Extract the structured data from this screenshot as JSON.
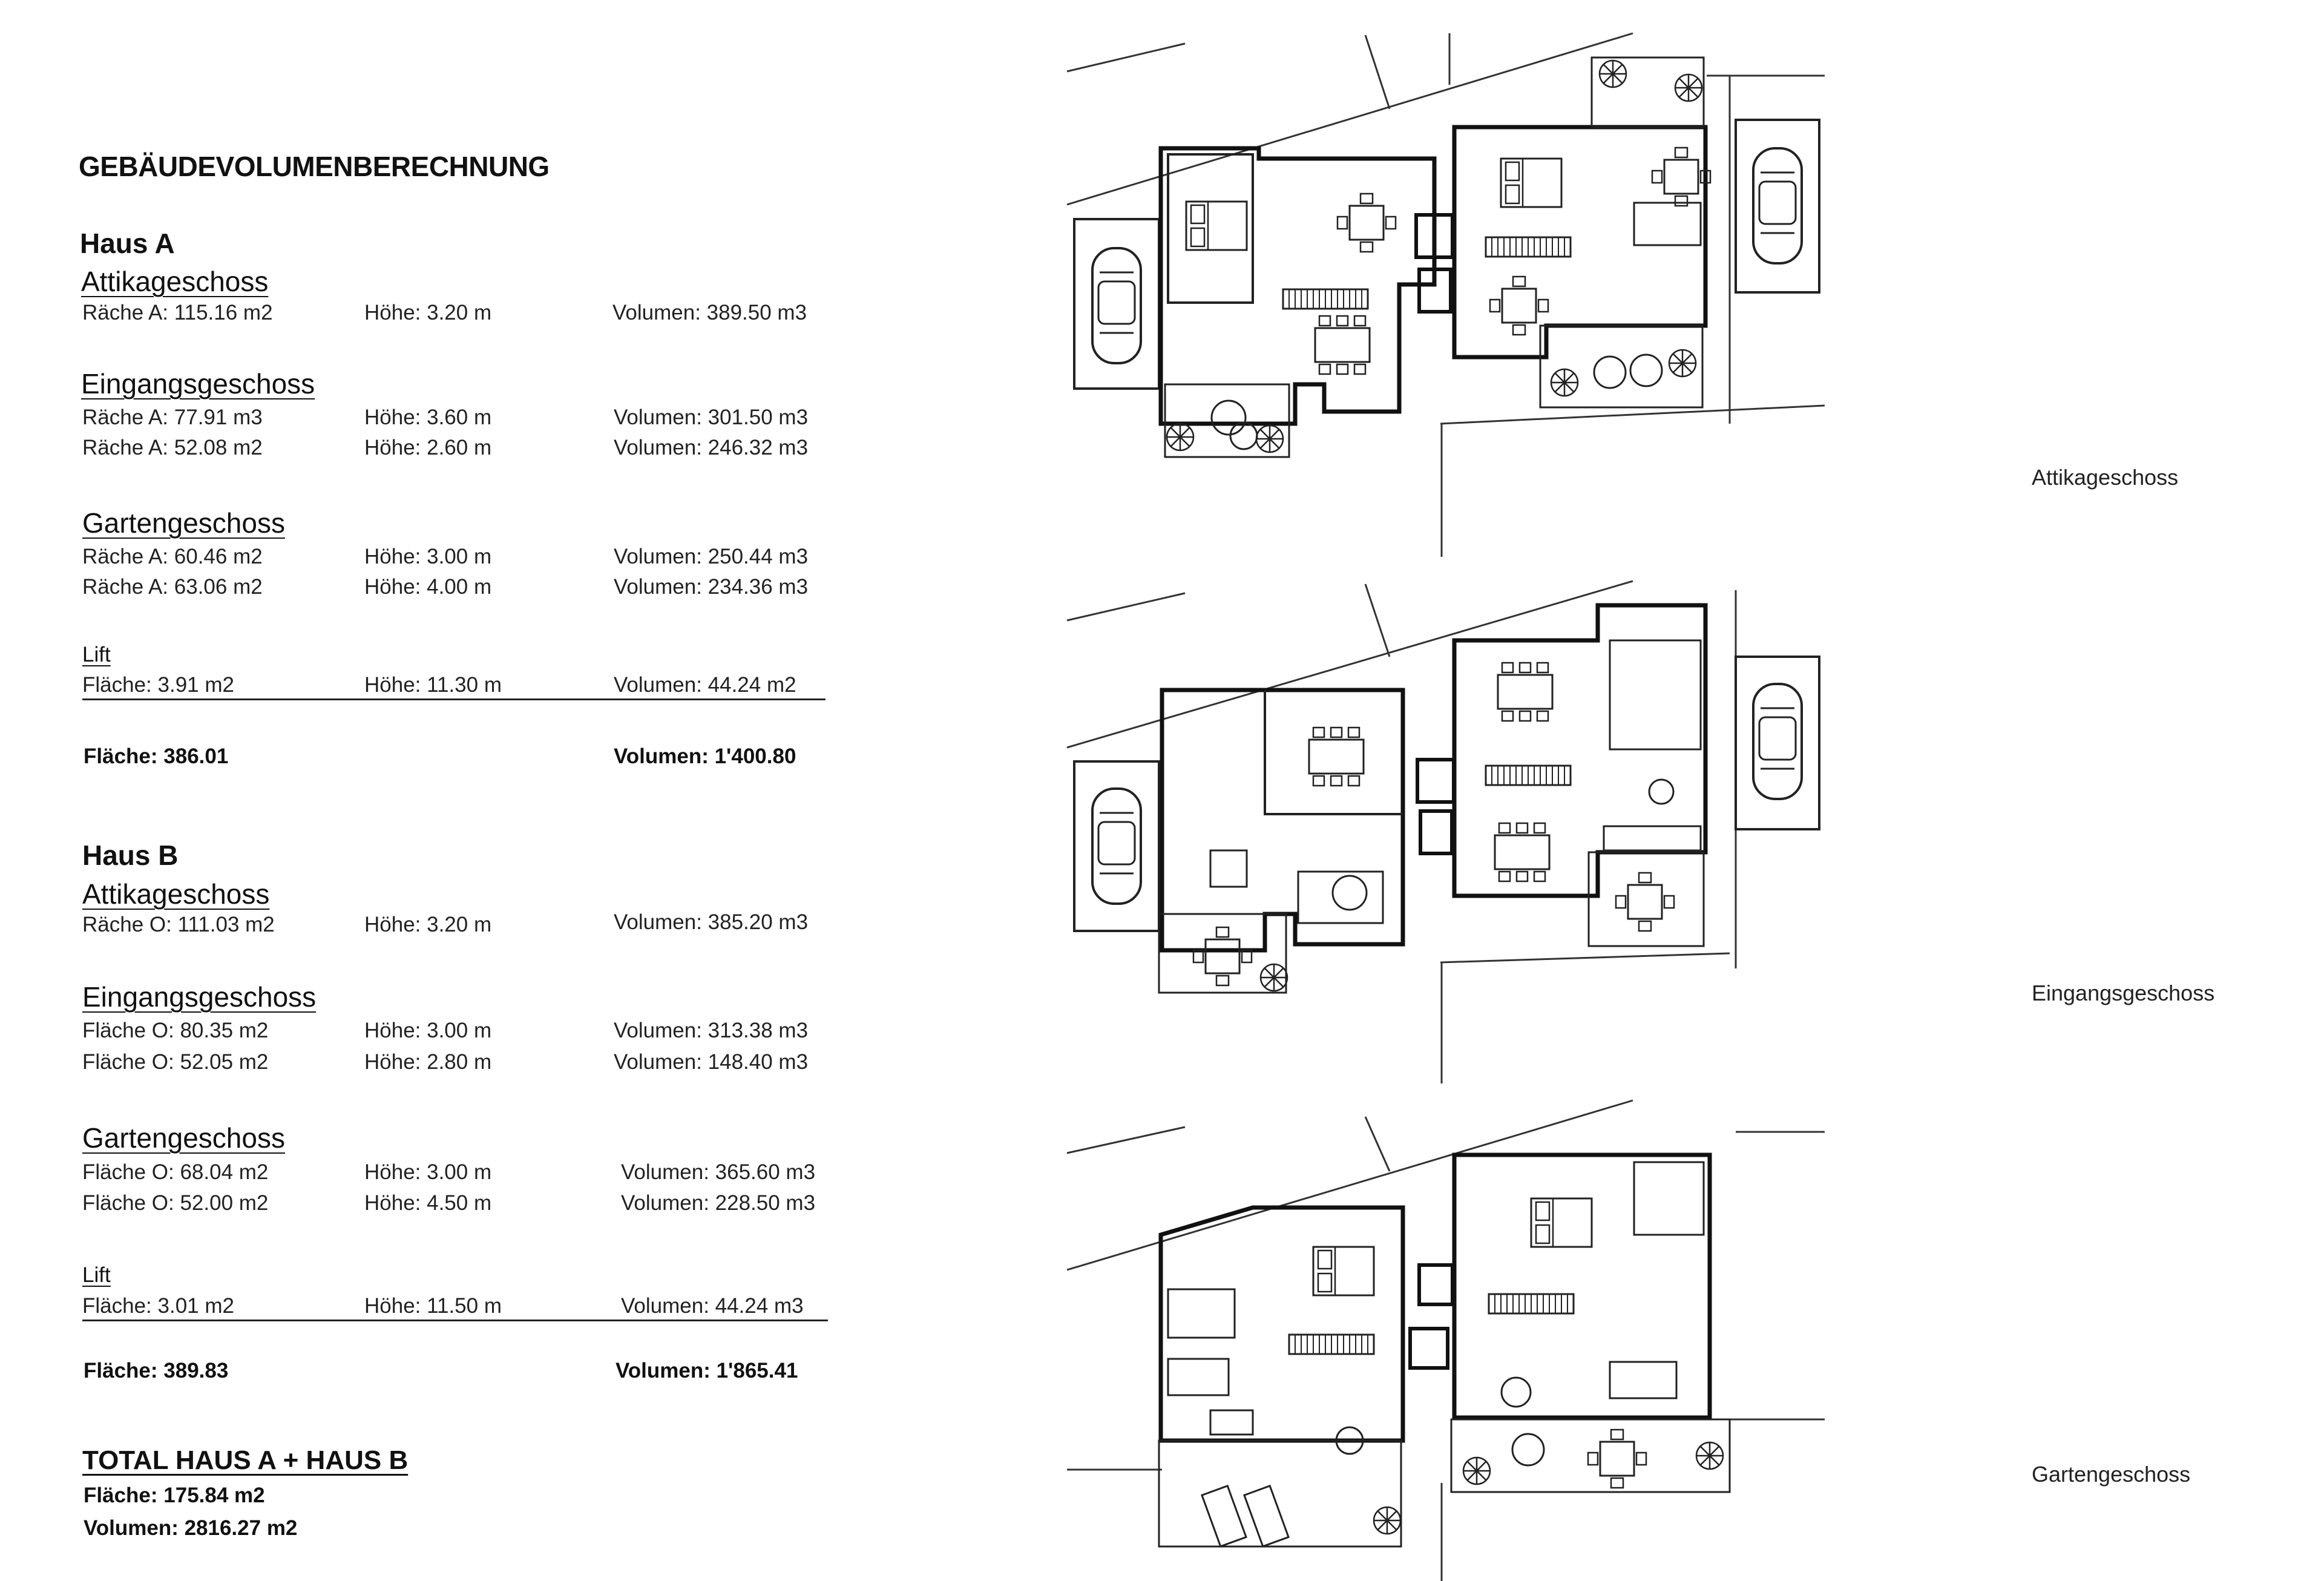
{
  "title": "GEBÄUDEVOLUMENBERECHNUNG",
  "houses": [
    {
      "name": "Haus A",
      "floors": [
        {
          "name": "Attikageschoss",
          "rows": [
            {
              "area": "Räche A: 115.16 m2",
              "height": "Höhe: 3.20 m",
              "volume": "Volumen: 389.50 m3"
            }
          ]
        },
        {
          "name": "Eingangsgeschoss",
          "rows": [
            {
              "area": "Räche A: 77.91 m3",
              "height": "Höhe: 3.60 m",
              "volume": "Volumen: 301.50 m3"
            },
            {
              "area": "Räche A: 52.08 m2",
              "height": "Höhe: 2.60 m",
              "volume": "Volumen: 246.32 m3"
            }
          ]
        },
        {
          "name": "Gartengeschoss",
          "rows": [
            {
              "area": "Räche A: 60.46 m2",
              "height": "Höhe: 3.00 m",
              "volume": "Volumen: 250.44 m3"
            },
            {
              "area": "Räche A: 63.06 m2",
              "height": "Höhe: 4.00 m",
              "volume": "Volumen: 234.36 m3"
            }
          ]
        }
      ],
      "lift": {
        "name": "Lift",
        "area": "Fläche: 3.91 m2",
        "height": "Höhe: 11.30 m",
        "volume": "Volumen: 44.24 m2"
      },
      "sum": {
        "area": "Fläche: 386.01",
        "volume": "Volumen: 1'400.80"
      }
    },
    {
      "name": "Haus B",
      "floors": [
        {
          "name": "Attikageschoss",
          "rows": [
            {
              "area": "Räche O: 111.03 m2",
              "height": "Höhe: 3.20 m",
              "volume": "Volumen: 385.20 m3"
            }
          ]
        },
        {
          "name": "Eingangsgeschoss",
          "rows": [
            {
              "area": "Fläche O: 80.35 m2",
              "height": "Höhe: 3.00 m",
              "volume": "Volumen: 313.38 m3"
            },
            {
              "area": "Fläche O: 52.05 m2",
              "height": "Höhe: 2.80 m",
              "volume": "Volumen: 148.40 m3"
            }
          ]
        },
        {
          "name": "Gartengeschoss",
          "rows": [
            {
              "area": "Fläche O: 68.04 m2",
              "height": "Höhe: 3.00 m",
              "volume": "Volumen: 365.60 m3"
            },
            {
              "area": "Fläche O: 52.00 m2",
              "height": "Höhe: 4.50 m",
              "volume": "Volumen: 228.50 m3"
            }
          ]
        }
      ],
      "lift": {
        "name": "Lift",
        "area": "Fläche: 3.01 m2",
        "height": "Höhe: 11.50 m",
        "volume": "Volumen: 44.24 m3"
      },
      "sum": {
        "area": "Fläche: 389.83",
        "volume": "Volumen: 1'865.41"
      }
    }
  ],
  "total": {
    "title": "TOTAL HAUS A + HAUS B",
    "area": "Fläche: 175.84 m2",
    "volume": "Volumen: 2816.27 m2"
  },
  "plan_labels": [
    "Attikageschoss",
    "Eingangsgeschoss",
    "Gartengeschoss"
  ],
  "colors": {
    "ink": "#111111",
    "line": "#222222",
    "background": "#ffffff"
  }
}
